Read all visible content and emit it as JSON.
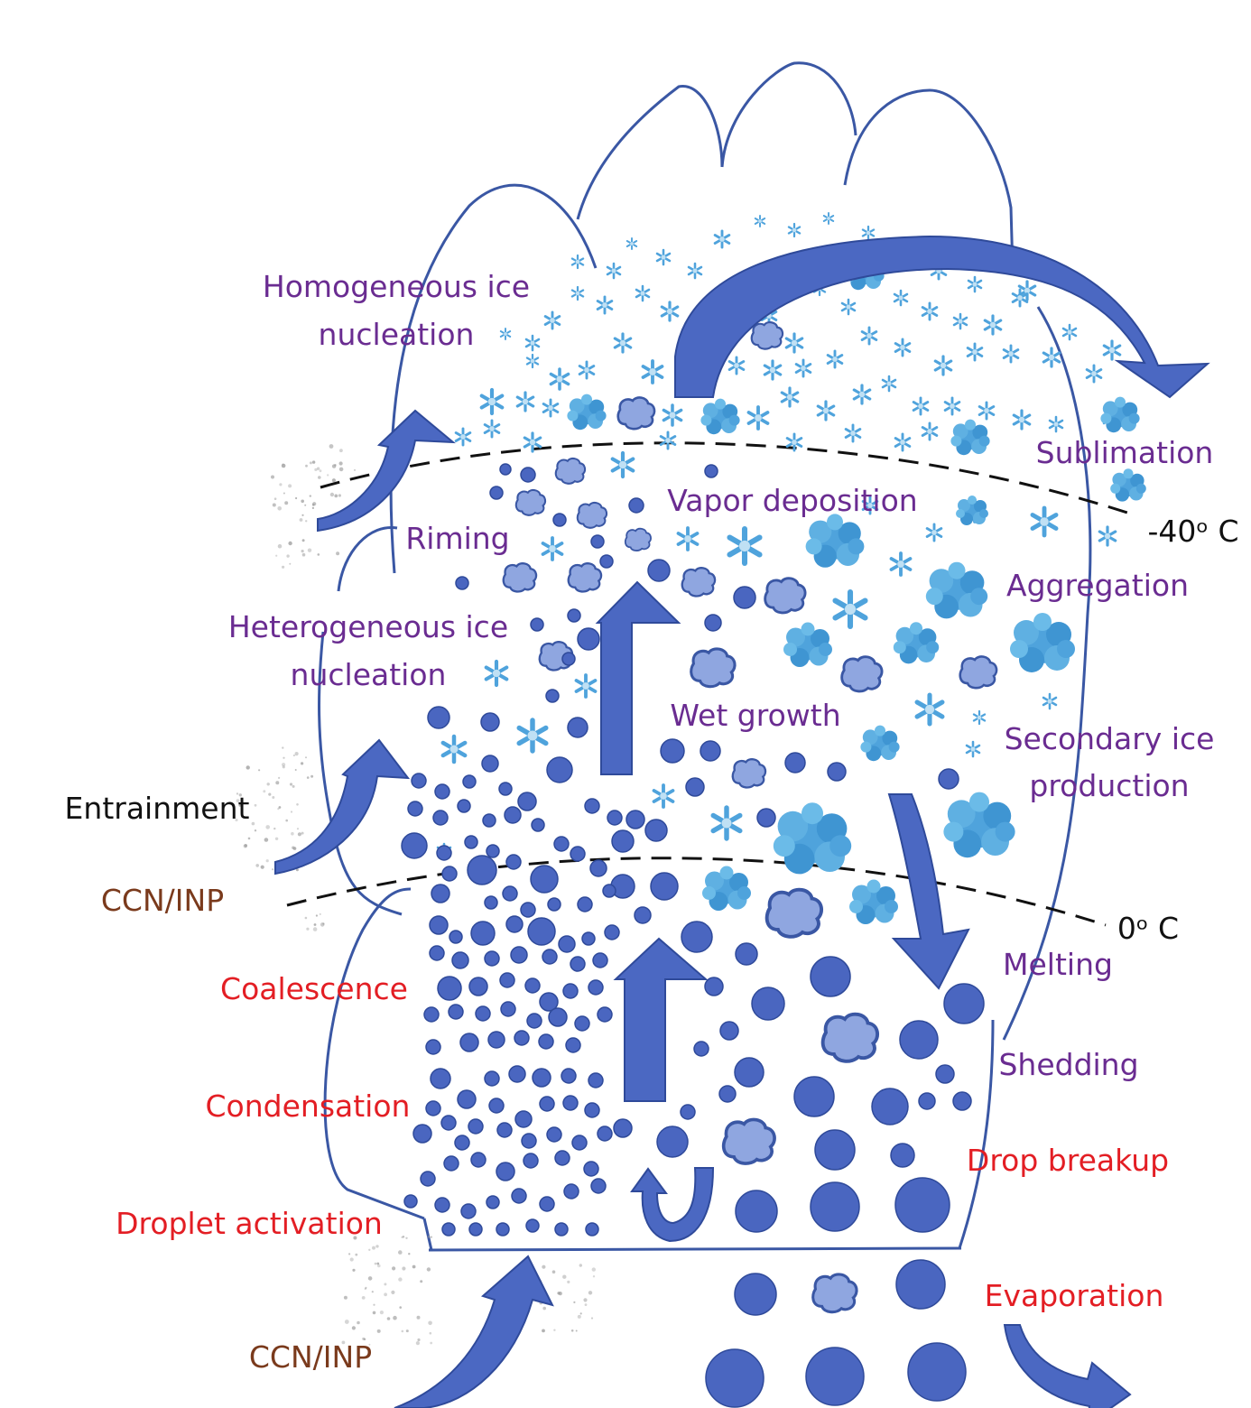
{
  "colors": {
    "outline": "#3a57a4",
    "drop": "#4a66c0",
    "arrow": "#4b68c2",
    "graupel": "#8fa6e0",
    "ice": "#4fa3dc",
    "aerosol": "#999999",
    "ice_process_text": "#6a2c91",
    "warm_process_text": "#e31e24",
    "aerosol_text": "#7a3a1c",
    "other_text": "#111111"
  },
  "isotherms": {
    "upper": "-40ᵒ C",
    "lower": "0ᵒ C"
  },
  "labels": {
    "homogeneous_1": "Homogeneous ice",
    "homogeneous_2": "nucleation",
    "sublimation": "Sublimation",
    "vapor_deposition": "Vapor deposition",
    "riming": "Riming",
    "aggregation": "Aggregation",
    "heterogeneous_1": "Heterogeneous ice",
    "heterogeneous_2": "nucleation",
    "wet_growth": "Wet growth",
    "secondary_1": "Secondary ice",
    "secondary_2": "production",
    "entrainment": "Entrainment",
    "ccn_inp_side": "CCN/INP",
    "melting": "Melting",
    "coalescence": "Coalescence",
    "shedding": "Shedding",
    "condensation": "Condensation",
    "drop_breakup": "Drop breakup",
    "droplet_activation": "Droplet activation",
    "evaporation": "Evaporation",
    "ccn_inp_bottom": "CCN/INP"
  }
}
